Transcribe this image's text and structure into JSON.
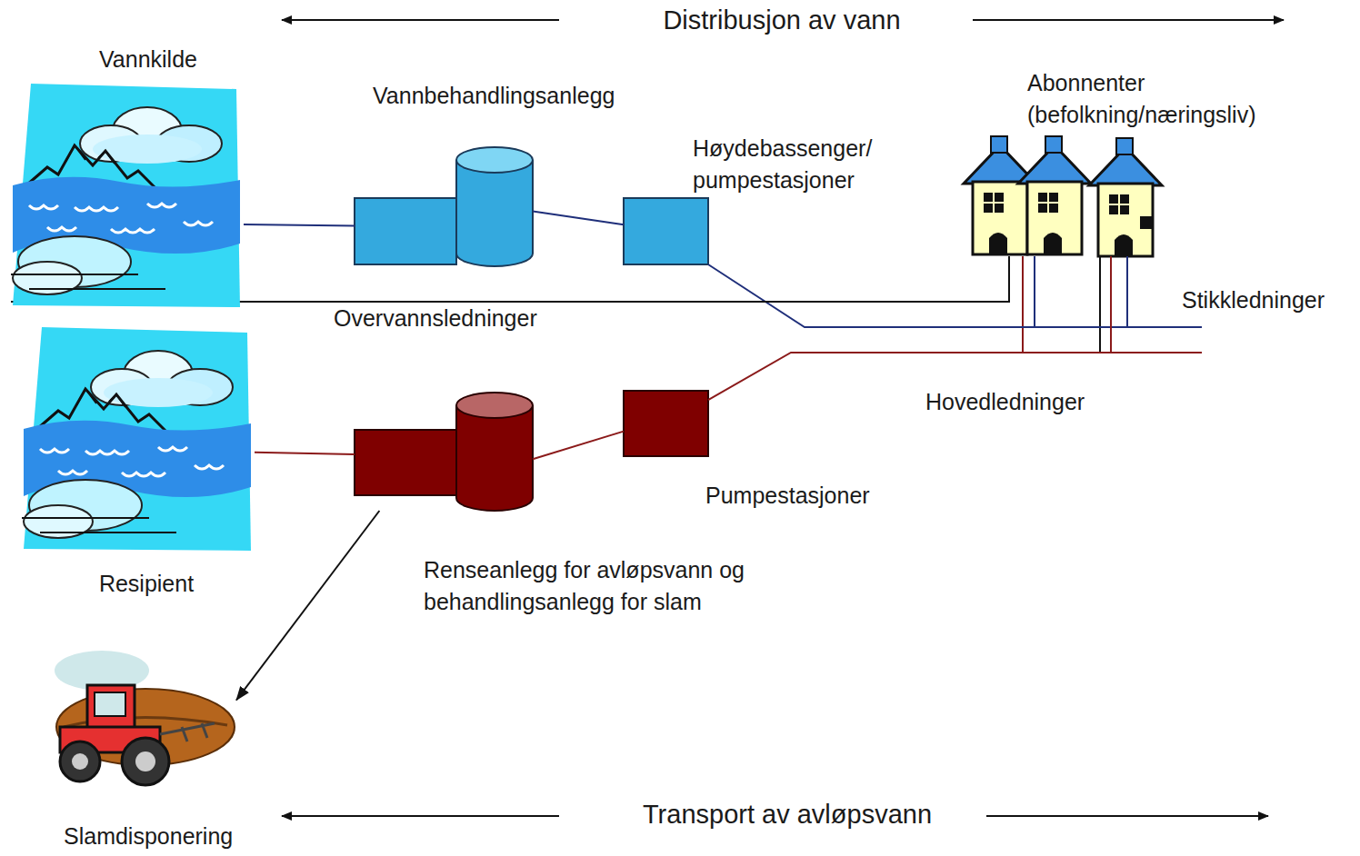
{
  "diagram": {
    "nodes": [
      {
        "text": [
          "Vannkilde"
        ]
      },
      {
        "text": [
          "Vannbehandlingsanlegg"
        ]
      },
      {
        "text": [
          "Høydebassenger/ pumpestasjoner"
        ]
      },
      {
        "text": [
          "Abonnenter (befolkning/næringsliv)"
        ]
      },
      {
        "text": [
          "Resipient"
        ]
      },
      {
        "text": [
          "Renseanlegg for avløpsvann og behandlingsanlegg for slam"
        ]
      },
      {
        "text": [
          "Pumpestasjoner"
        ]
      },
      {
        "text": [
          "Slamdisponering"
        ]
      }
    ],
    "edges": [
      {
        "from": 0,
        "to": 1,
        "arrow": "none"
      },
      {
        "from": 1,
        "to": 2,
        "arrow": "none"
      },
      {
        "from": 2,
        "to": 3,
        "arrow": "none"
      },
      {
        "from": 3,
        "to": 0,
        "arrow": "none"
      },
      {
        "from": 3,
        "to": 6,
        "arrow": "none"
      },
      {
        "from": 6,
        "to": 5,
        "arrow": "none"
      },
      {
        "from": 5,
        "to": 4,
        "arrow": "none"
      },
      {
        "from": 5,
        "to": 7,
        "arrow": "to"
      }
    ],
    "labels": [
      "Distribusjon av vann",
      "Transport av avløpsvann",
      "Overvannsledninger",
      "Stikkledninger",
      "Hovedledninger"
    ]
  }
}
